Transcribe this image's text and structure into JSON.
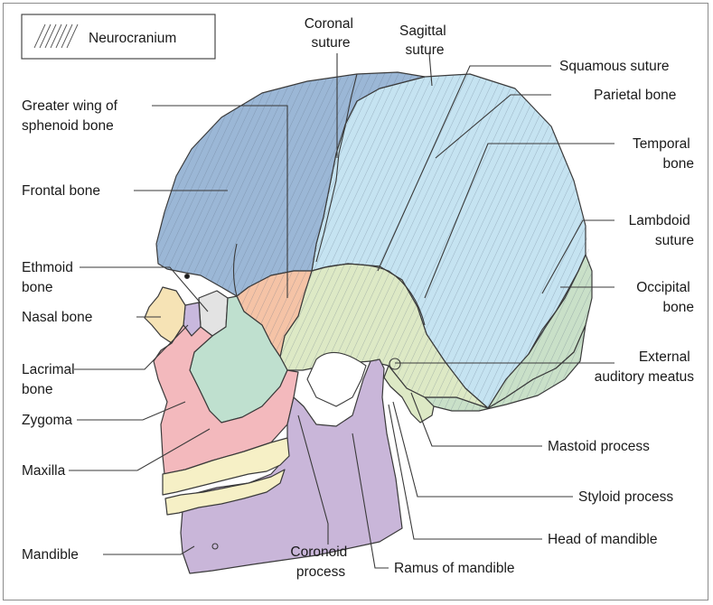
{
  "legend": {
    "label": "Neurocranium"
  },
  "colors": {
    "frontal": "#9bb7d6",
    "parietal": "#c5e3f1",
    "occipital": "#c9e0c8",
    "temporal": "#dde9c5",
    "sphenoid": "#f5c3a6",
    "zygoma": "#bfe0cf",
    "maxilla": "#f3b9bd",
    "mandible": "#c9b6d9",
    "nasal": "#f6e3b5",
    "lacrimal": "#c8b8dd",
    "ethmoid": "#e3e3e3",
    "teeth": "#f6f0c6"
  },
  "labels": {
    "coronal_suture": [
      "Coronal",
      "suture"
    ],
    "sagittal_suture": [
      "Sagittal",
      "suture"
    ],
    "squamous_suture": "Squamous suture",
    "parietal_bone": "Parietal bone",
    "temporal_bone": [
      "Temporal",
      "bone"
    ],
    "lambdoid_suture": [
      "Lambdoid",
      "suture"
    ],
    "occipital_bone": [
      "Occipital",
      "bone"
    ],
    "external_auditory_meatus": [
      "External",
      "auditory meatus"
    ],
    "mastoid_process": "Mastoid process",
    "styloid_process": "Styloid process",
    "head_of_mandible": "Head of mandible",
    "ramus_of_mandible": "Ramus of mandible",
    "coronoid_process": [
      "Coronoid",
      "process"
    ],
    "greater_wing": [
      "Greater wing of",
      "sphenoid bone"
    ],
    "frontal_bone": "Frontal bone",
    "ethmoid_bone": [
      "Ethmoid",
      "bone"
    ],
    "nasal_bone": "Nasal bone",
    "lacrimal_bone": [
      "Lacrimal",
      "bone"
    ],
    "zygoma": "Zygoma",
    "maxilla": "Maxilla",
    "mandible": "Mandible"
  }
}
